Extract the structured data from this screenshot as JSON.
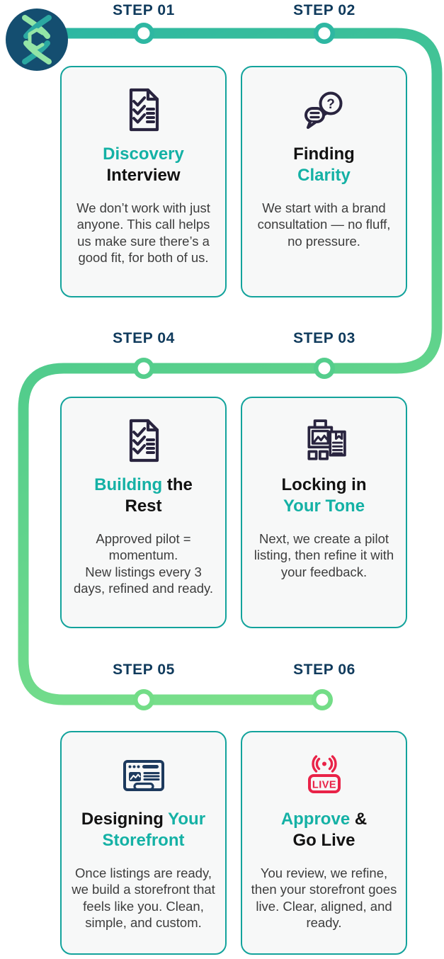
{
  "colors": {
    "accent": "#14b1a5",
    "navy": "#0f3a5c",
    "title_dark": "#121212",
    "body_text": "#3d3d3d",
    "card_bg": "#f7f8f8",
    "card_border": "#13a39c",
    "icon_dark": "#29243f",
    "icon_navy": "#1d3a5e",
    "live_red": "#e92348",
    "logo_bg": "#144e70",
    "logo_teal": "#2ba8a1",
    "logo_green": "#93e5a6",
    "path_teal": "#2bb6a3",
    "path_mid_green": "#53cd8c",
    "path_light_green": "#7ee18b",
    "node_ring_row1": "#2eb7a2",
    "node_ring_row2": "#54ce8c",
    "node_ring_row3": "#73dd87",
    "node_fill": "#ffffff"
  },
  "timeline": {
    "labels": [
      {
        "text": "STEP 01"
      },
      {
        "text": "STEP 02"
      },
      {
        "text": "STEP 03"
      },
      {
        "text": "STEP 04"
      },
      {
        "text": "STEP 05"
      },
      {
        "text": "STEP 06"
      }
    ]
  },
  "cards": [
    {
      "icon": "checklist-icon",
      "title": [
        {
          "text": "Discovery",
          "style": "accent"
        },
        {
          "text": "Interview",
          "style": "dark"
        }
      ],
      "body": "We don’t work with just anyone. This call helps us make sure there’s a good fit, for both of us."
    },
    {
      "icon": "chat-question-icon",
      "title": [
        {
          "text": "Finding",
          "style": "dark"
        },
        {
          "text": "Clarity",
          "style": "accent"
        }
      ],
      "body": "We start with a brand consultation — no fluff, no pressure."
    },
    {
      "icon": "listing-icon",
      "title": [
        {
          "text": "Locking in",
          "style": "dark"
        },
        {
          "text": "Your Tone",
          "style": "accent"
        }
      ],
      "body": "Next, we create a pilot listing, then refine it with your feedback."
    },
    {
      "icon": "checklist-icon",
      "title": [
        {
          "text": "Building ",
          "style": "accent"
        },
        {
          "text": "the",
          "style": "dark"
        },
        {
          "text": "Rest",
          "style": "dark"
        }
      ],
      "body": "Approved pilot = momentum.\nNew listings every 3 days, refined and ready."
    },
    {
      "icon": "storefront-icon",
      "title": [
        {
          "text": "Designing ",
          "style": "dark"
        },
        {
          "text": "Your",
          "style": "accent"
        },
        {
          "text": "Storefront",
          "style": "accent"
        }
      ],
      "body": "Once listings are ready, we build a storefront that feels like you. Clean, simple, and custom."
    },
    {
      "icon": "live-icon",
      "title": [
        {
          "text": "Approve ",
          "style": "accent"
        },
        {
          "text": "&",
          "style": "dark"
        },
        {
          "text": "Go Live",
          "style": "dark"
        }
      ],
      "body": "You review, we refine, then your storefront goes live. Clear, aligned, and ready."
    }
  ],
  "live_badge_text": "LIVE"
}
